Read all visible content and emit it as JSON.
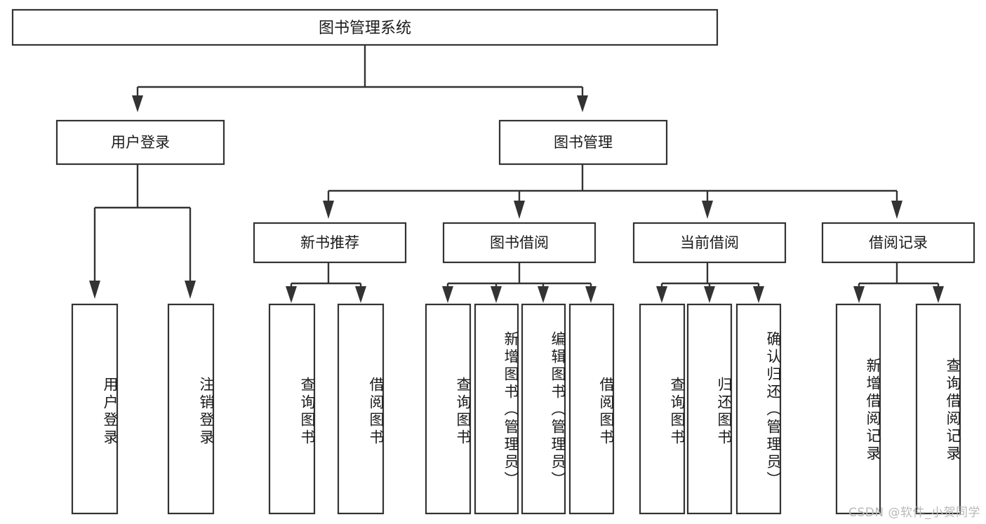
{
  "diagram": {
    "type": "tree",
    "title": "图书管理系统",
    "root": {
      "id": "root",
      "label": "图书管理系统",
      "orientation": "horizontal"
    },
    "level1": [
      {
        "id": "user-login",
        "label": "用户登录",
        "orientation": "horizontal"
      },
      {
        "id": "book-manage",
        "label": "图书管理",
        "orientation": "horizontal"
      }
    ],
    "level2": [
      {
        "id": "new-book-rec",
        "label": "新书推荐",
        "parent": "book-manage",
        "orientation": "horizontal"
      },
      {
        "id": "book-borrow",
        "label": "图书借阅",
        "parent": "book-manage",
        "orientation": "horizontal"
      },
      {
        "id": "current-borrow",
        "label": "当前借阅",
        "parent": "book-manage",
        "orientation": "horizontal"
      },
      {
        "id": "borrow-record",
        "label": "借阅记录",
        "parent": "book-manage",
        "orientation": "horizontal"
      }
    ],
    "leaves": [
      {
        "id": "leaf-user-login",
        "label": "用户登录",
        "parent": "user-login",
        "orientation": "vertical"
      },
      {
        "id": "leaf-logout-login",
        "label": "注销登录",
        "parent": "user-login",
        "orientation": "vertical"
      },
      {
        "id": "leaf-query-book-rec",
        "label": "查询图书",
        "parent": "new-book-rec",
        "orientation": "vertical"
      },
      {
        "id": "leaf-borrow-book-rec",
        "label": "借阅图书",
        "parent": "new-book-rec",
        "orientation": "vertical"
      },
      {
        "id": "leaf-query-book-borrow",
        "label": "查询图书",
        "parent": "book-borrow",
        "orientation": "vertical"
      },
      {
        "id": "leaf-add-book",
        "label": "新增图书（管理员）",
        "parent": "book-borrow",
        "orientation": "vertical"
      },
      {
        "id": "leaf-edit-book",
        "label": "编辑图书（管理员）",
        "parent": "book-borrow",
        "orientation": "vertical"
      },
      {
        "id": "leaf-borrow-book",
        "label": "借阅图书",
        "parent": "book-borrow",
        "orientation": "vertical"
      },
      {
        "id": "leaf-query-book-current",
        "label": "查询图书",
        "parent": "current-borrow",
        "orientation": "vertical"
      },
      {
        "id": "leaf-return-book",
        "label": "归还图书",
        "parent": "current-borrow",
        "orientation": "vertical"
      },
      {
        "id": "leaf-confirm-return",
        "label": "确认归还（管理员）",
        "parent": "current-borrow",
        "orientation": "vertical"
      },
      {
        "id": "leaf-add-record",
        "label": "新增借阅记录",
        "parent": "borrow-record",
        "orientation": "vertical"
      },
      {
        "id": "leaf-query-record",
        "label": "查询借阅记录",
        "parent": "borrow-record",
        "orientation": "vertical"
      }
    ],
    "watermark": "CSDN @软件_小贺同学",
    "colors": {
      "stroke": "#333333",
      "fill": "#ffffff",
      "text": "#1a1a1a",
      "watermark": "#b9b9b9",
      "background": "#ffffff"
    }
  }
}
